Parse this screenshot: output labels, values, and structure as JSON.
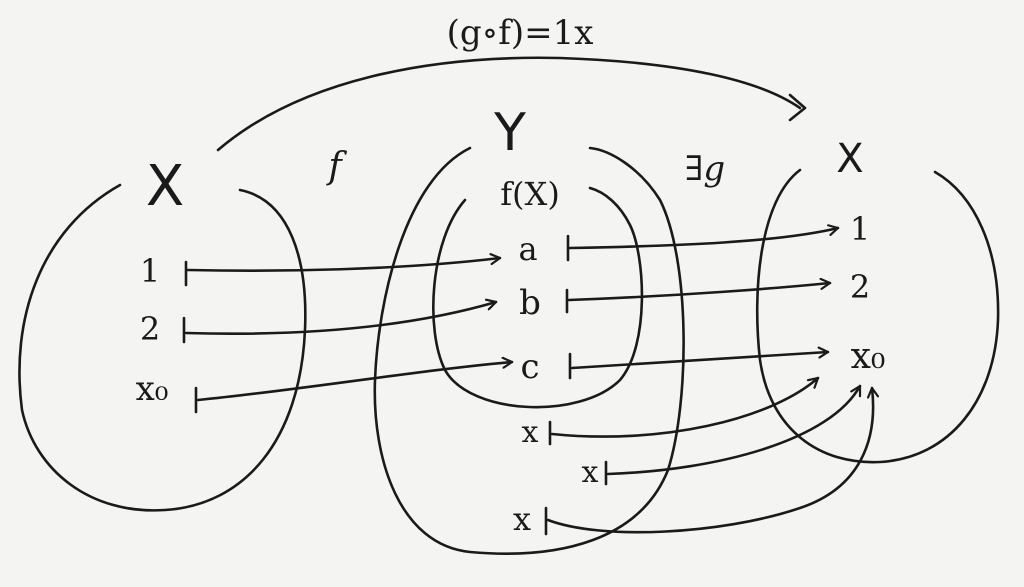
{
  "composite_label": "(g∘f)=1x",
  "sets": {
    "left": "X",
    "middle": "Y",
    "right": "X",
    "image": "f(X)"
  },
  "maps": {
    "f": "f",
    "g": "∃g"
  },
  "left_elements": [
    "1",
    "2",
    "x₀"
  ],
  "image_elements": [
    "a",
    "b",
    "c"
  ],
  "outside_elements": [
    "x",
    "x",
    "x"
  ],
  "right_elements": [
    "1",
    "2",
    "x₀"
  ]
}
